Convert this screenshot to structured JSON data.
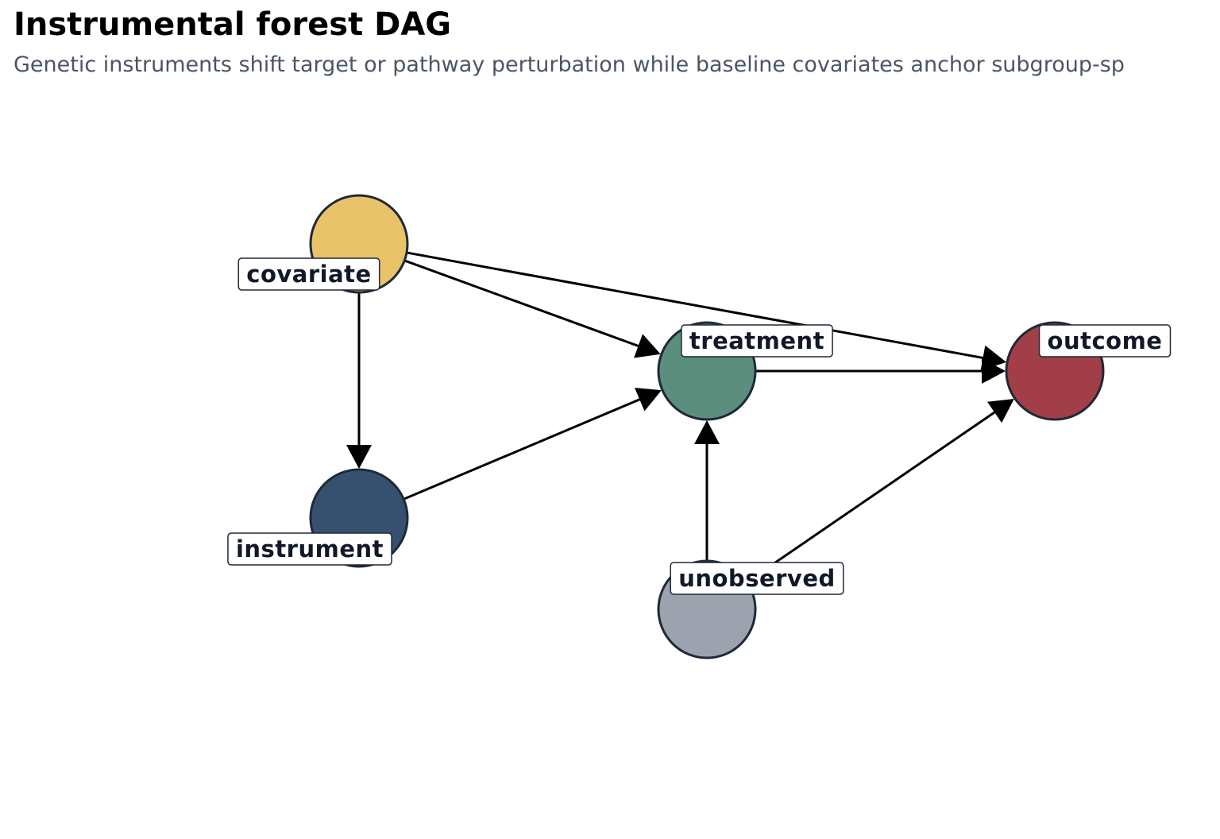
{
  "title": "Instrumental forest DAG",
  "subtitle": "Genetic instruments shift target or pathway perturbation while baseline covariates anchor subgroup-sp",
  "diagram": {
    "type": "directed-acyclic-graph",
    "nodes": [
      {
        "id": "covariate",
        "label": "covariate",
        "color": "#e8c36a"
      },
      {
        "id": "instrument",
        "label": "instrument",
        "color": "#36506f"
      },
      {
        "id": "treatment",
        "label": "treatment",
        "color": "#5b8e7d"
      },
      {
        "id": "outcome",
        "label": "outcome",
        "color": "#a23e48"
      },
      {
        "id": "unobserved",
        "label": "unobserved",
        "color": "#9ca3af"
      }
    ],
    "edges": [
      {
        "from": "covariate",
        "to": "instrument"
      },
      {
        "from": "covariate",
        "to": "treatment"
      },
      {
        "from": "covariate",
        "to": "outcome"
      },
      {
        "from": "instrument",
        "to": "treatment"
      },
      {
        "from": "treatment",
        "to": "outcome"
      },
      {
        "from": "unobserved",
        "to": "treatment"
      },
      {
        "from": "unobserved",
        "to": "outcome"
      }
    ],
    "node_stroke_color": "#1f2937",
    "edge_color": "#000000",
    "label_text_color": "#111827"
  }
}
